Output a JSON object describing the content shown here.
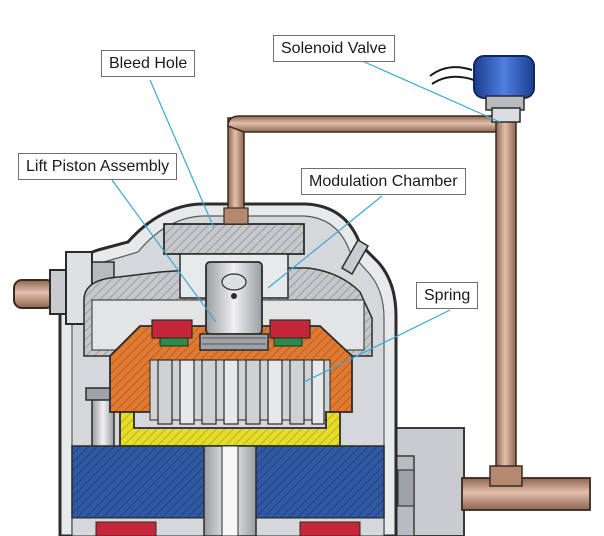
{
  "labels": {
    "solenoid_valve": "Solenoid Valve",
    "bleed_hole": "Bleed Hole",
    "lift_piston_assembly": "Lift Piston Assembly",
    "modulation_chamber": "Modulation Chamber",
    "spring": "Spring"
  },
  "colors": {
    "leader_line": "#3aa9d6",
    "housing": "#c9cbcf",
    "cutaway_orange": "#e07a30",
    "scroll_yellow": "#e6dc2a",
    "base_blue": "#2f5aa3",
    "tube_copper": "#c49a80",
    "valve_blue": "#2c58b8",
    "seal_red": "#c4273a"
  }
}
